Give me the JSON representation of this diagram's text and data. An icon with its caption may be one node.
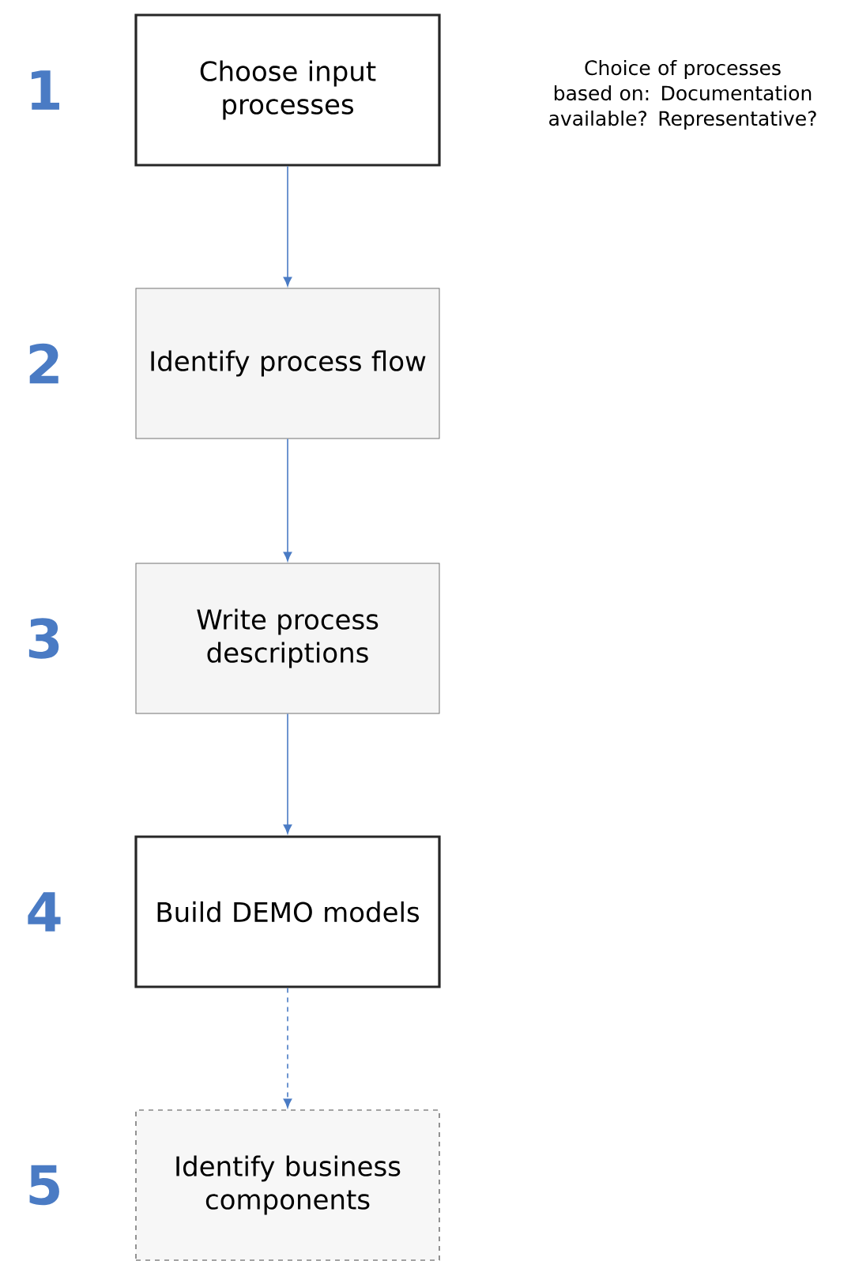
{
  "diagram": {
    "nodes": [
      {
        "text": [
          "Choose input processes"
        ],
        "beside": [
          "1"
        ]
      },
      {
        "text": [
          "Identify process flow"
        ],
        "beside": [
          "2"
        ]
      },
      {
        "text": [
          "Write process descriptions"
        ],
        "beside": [
          "3"
        ]
      },
      {
        "text": [
          "Build DEMO models"
        ],
        "beside": [
          "4"
        ]
      },
      {
        "text": [
          "Identify business components"
        ],
        "beside": [
          "5"
        ]
      }
    ],
    "edges": [
      {
        "from": 0,
        "to": 1,
        "arrow": "to"
      },
      {
        "from": 1,
        "to": 2,
        "arrow": "to"
      },
      {
        "from": 2,
        "to": 3,
        "arrow": "to"
      },
      {
        "from": 3,
        "to": 4,
        "arrow": "to",
        "style": "dashed"
      }
    ],
    "labels": [
      "Choice of processes based on: Documentation available? Representative?"
    ]
  }
}
